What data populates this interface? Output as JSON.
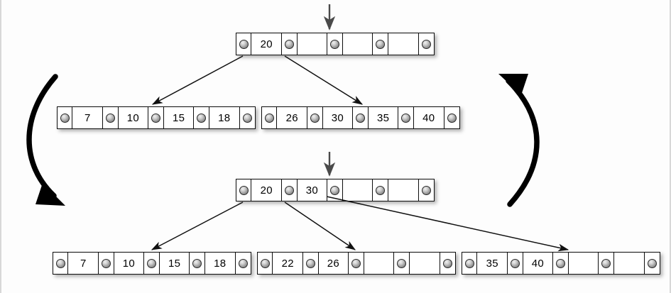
{
  "diagram": {
    "title": "B-tree node split",
    "background_color": "#fdfdfd",
    "node_border_color": "#0d0d0d",
    "pointer_dot_color": "#9a9a9a",
    "arrow_color": "#000000"
  },
  "trees": {
    "before": {
      "label": "before-split",
      "root": {
        "name": "root-node-before",
        "cells": [
          {
            "type": "pointer",
            "label": ""
          },
          {
            "type": "key",
            "label": "20"
          },
          {
            "type": "pointer",
            "label": ""
          },
          {
            "type": "key",
            "label": ""
          },
          {
            "type": "pointer",
            "label": ""
          },
          {
            "type": "key",
            "label": ""
          },
          {
            "type": "pointer",
            "label": ""
          },
          {
            "type": "key",
            "label": ""
          },
          {
            "type": "pointer",
            "label": ""
          }
        ]
      },
      "leaves": [
        {
          "name": "leaf-node-before-left",
          "cells": [
            {
              "type": "pointer",
              "label": ""
            },
            {
              "type": "key",
              "label": "7"
            },
            {
              "type": "pointer",
              "label": ""
            },
            {
              "type": "key",
              "label": "10"
            },
            {
              "type": "pointer",
              "label": ""
            },
            {
              "type": "key",
              "label": "15"
            },
            {
              "type": "pointer",
              "label": ""
            },
            {
              "type": "key",
              "label": "18"
            },
            {
              "type": "pointer",
              "label": ""
            }
          ]
        },
        {
          "name": "leaf-node-before-right",
          "cells": [
            {
              "type": "pointer",
              "label": ""
            },
            {
              "type": "key",
              "label": "26"
            },
            {
              "type": "pointer",
              "label": ""
            },
            {
              "type": "key",
              "label": "30"
            },
            {
              "type": "pointer",
              "label": ""
            },
            {
              "type": "key",
              "label": "35"
            },
            {
              "type": "pointer",
              "label": ""
            },
            {
              "type": "key",
              "label": "40"
            },
            {
              "type": "pointer",
              "label": ""
            }
          ]
        }
      ]
    },
    "after": {
      "label": "after-split",
      "root": {
        "name": "root-node-after",
        "cells": [
          {
            "type": "pointer",
            "label": ""
          },
          {
            "type": "key",
            "label": "20"
          },
          {
            "type": "pointer",
            "label": ""
          },
          {
            "type": "key",
            "label": "30"
          },
          {
            "type": "pointer",
            "label": ""
          },
          {
            "type": "key",
            "label": ""
          },
          {
            "type": "pointer",
            "label": ""
          },
          {
            "type": "key",
            "label": ""
          },
          {
            "type": "pointer",
            "label": ""
          }
        ]
      },
      "leaves": [
        {
          "name": "leaf-node-after-left",
          "cells": [
            {
              "type": "pointer",
              "label": ""
            },
            {
              "type": "key",
              "label": "7"
            },
            {
              "type": "pointer",
              "label": ""
            },
            {
              "type": "key",
              "label": "10"
            },
            {
              "type": "pointer",
              "label": ""
            },
            {
              "type": "key",
              "label": "15"
            },
            {
              "type": "pointer",
              "label": ""
            },
            {
              "type": "key",
              "label": "18"
            },
            {
              "type": "pointer",
              "label": ""
            }
          ]
        },
        {
          "name": "leaf-node-after-middle",
          "cells": [
            {
              "type": "pointer",
              "label": ""
            },
            {
              "type": "key",
              "label": "22"
            },
            {
              "type": "pointer",
              "label": ""
            },
            {
              "type": "key",
              "label": "26"
            },
            {
              "type": "pointer",
              "label": ""
            },
            {
              "type": "key",
              "label": ""
            },
            {
              "type": "pointer",
              "label": ""
            },
            {
              "type": "key",
              "label": ""
            },
            {
              "type": "pointer",
              "label": ""
            }
          ]
        },
        {
          "name": "leaf-node-after-right",
          "cells": [
            {
              "type": "pointer",
              "label": ""
            },
            {
              "type": "key",
              "label": "35"
            },
            {
              "type": "pointer",
              "label": ""
            },
            {
              "type": "key",
              "label": "40"
            },
            {
              "type": "pointer",
              "label": ""
            },
            {
              "type": "key",
              "label": ""
            },
            {
              "type": "pointer",
              "label": ""
            },
            {
              "type": "key",
              "label": ""
            },
            {
              "type": "pointer",
              "label": ""
            }
          ]
        }
      ]
    }
  },
  "annotations": {
    "entry_arrow_top": {
      "name": "entry-arrow-top",
      "label": ""
    },
    "entry_arrow_bottom": {
      "name": "entry-arrow-bottom",
      "label": ""
    },
    "curve_left": {
      "name": "transition-arrow-left",
      "label": ""
    },
    "curve_right": {
      "name": "transition-arrow-right",
      "label": ""
    }
  }
}
